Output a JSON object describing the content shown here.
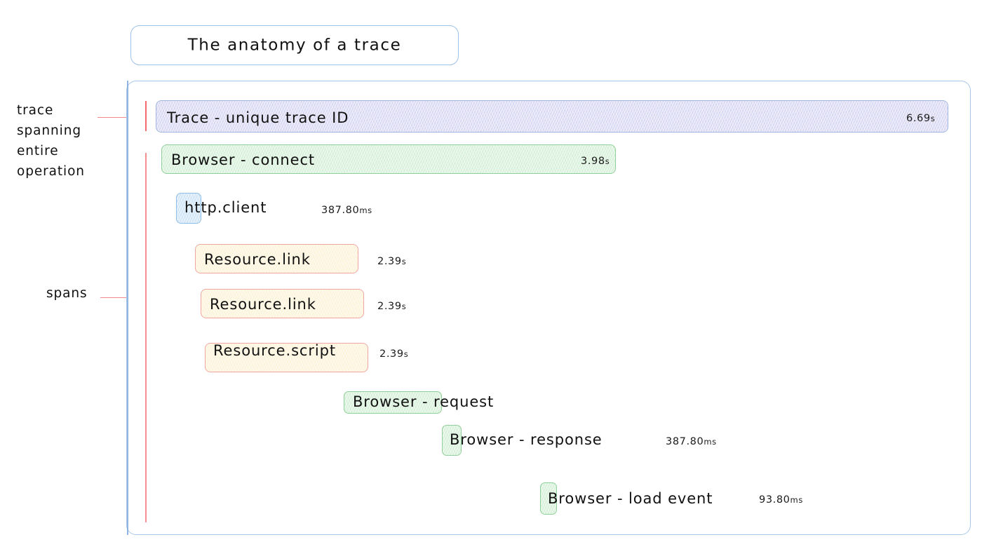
{
  "title": {
    "text": "The anatomy of a trace"
  },
  "annotations": [
    {
      "id": "trace",
      "text": "trace\nspanning\nentire\noperation"
    },
    {
      "id": "spans",
      "text": "spans"
    }
  ],
  "annotation_text": {
    "trace": "trace\nspanning\nentire\noperation",
    "spans": "spans"
  },
  "colors": {
    "frame_border": "#a9c8e8",
    "title_border": "#9fc2e8",
    "annotation_line": "#f26b6b",
    "guide_line": "#7fa9dc",
    "trace_fill": "#d9d8f3",
    "trace_border": "#9fb6e0",
    "browser_fill": "#d6f0d9",
    "browser_border": "#8fcf9a",
    "http_fill": "#cfe4f7",
    "http_border": "#8fbde4",
    "resource_fill": "#fcf3d8",
    "resource_border": "#f0a6a0"
  },
  "spans": [
    {
      "name": "Trace - unique trace ID",
      "duration": "6.69",
      "unit": "s",
      "duration_inside": true,
      "color": "purple"
    },
    {
      "name": "Browser - connect",
      "duration": "3.98",
      "unit": "s",
      "duration_inside": true,
      "color": "green"
    },
    {
      "name": "http.client",
      "duration": "387.80",
      "unit": "ms",
      "duration_inside": false,
      "color": "blue"
    },
    {
      "name": "Resource.link",
      "duration": "2.39",
      "unit": "s",
      "duration_inside": false,
      "color": "peach"
    },
    {
      "name": "Resource.link",
      "duration": "2.39",
      "unit": "s",
      "duration_inside": false,
      "color": "peach"
    },
    {
      "name": "Resource.script",
      "duration": "2.39",
      "unit": "s",
      "duration_inside": false,
      "color": "peach"
    },
    {
      "name": "Browser - request",
      "duration": "",
      "unit": "",
      "duration_inside": false,
      "color": "green"
    },
    {
      "name": "Browser - response",
      "duration": "387.80",
      "unit": "ms",
      "duration_inside": false,
      "color": "green"
    },
    {
      "name": "Browser - load event",
      "duration": "93.80",
      "unit": "ms",
      "duration_inside": false,
      "color": "green"
    }
  ]
}
